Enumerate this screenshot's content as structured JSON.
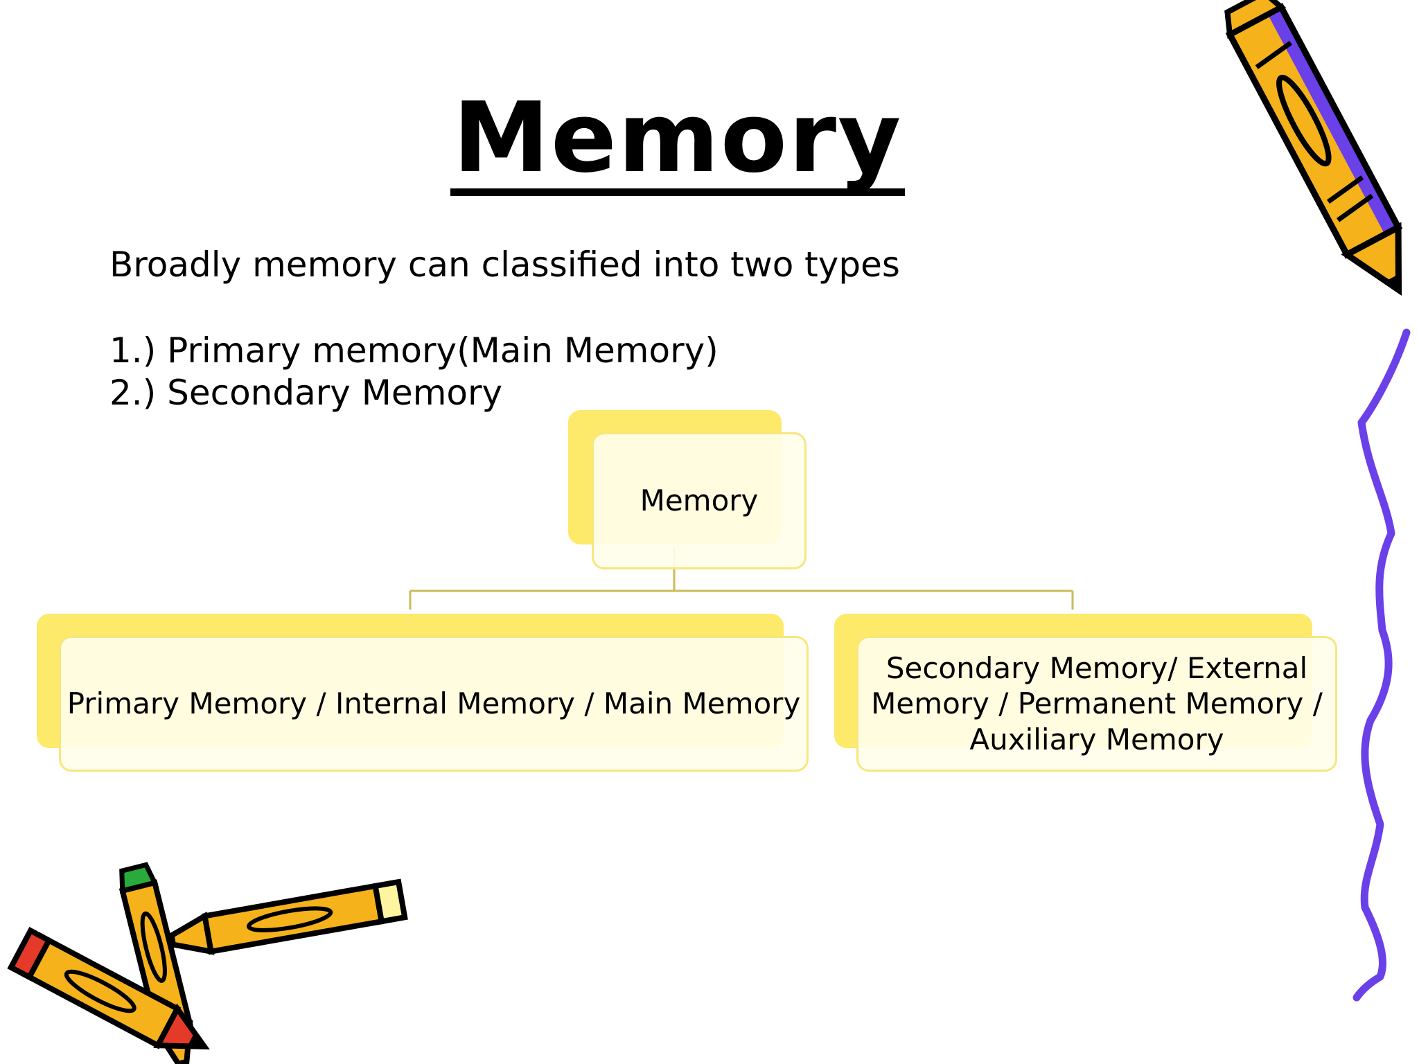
{
  "slide": {
    "title": "Memory",
    "intro": "Broadly memory can classified into two types",
    "list": [
      "1.) Primary memory(Main Memory)",
      "2.) Secondary Memory"
    ]
  },
  "diagram": {
    "root": {
      "label": "Memory"
    },
    "children": [
      {
        "label": "Primary Memory / Internal Memory / Main Memory"
      },
      {
        "lines": [
          "Secondary Memory/ External",
          "Memory / Permanent Memory /",
          "Auxiliary Memory"
        ]
      }
    ]
  },
  "decorations": {
    "icons": [
      "pencil-icon",
      "crossed-pencils-icon",
      "wavy-border-icon"
    ],
    "colors": {
      "box_fill": "#FDE96A",
      "box_front": "#FFFDEA",
      "box_border": "#F7E77C",
      "connector": "#C9BC5A",
      "pencil_body": "#F5B21B",
      "pencil_accent": "#6A40E8",
      "wavy_border": "#6A40E8"
    }
  }
}
